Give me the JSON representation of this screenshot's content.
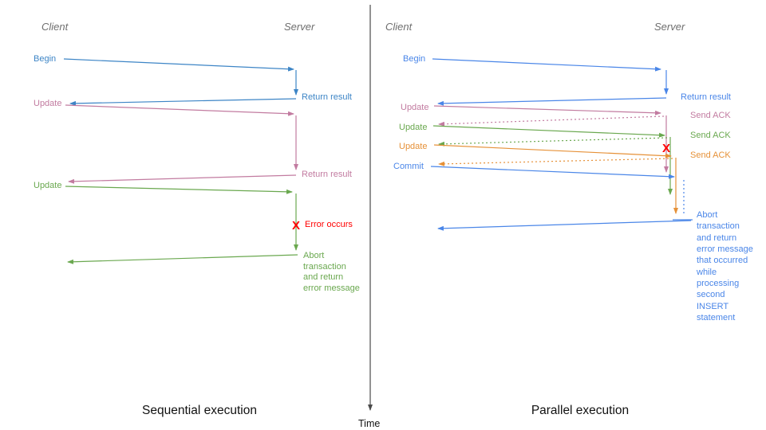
{
  "left": {
    "title": "Sequential execution",
    "client_header": "Client",
    "server_header": "Server",
    "begin": "Begin",
    "return_result_1": "Return result",
    "update_1": "Update",
    "return_result_2": "Return result",
    "update_2": "Update",
    "error_marker": "X",
    "error_label": "Error occurs",
    "abort_lines": [
      "Abort",
      "transaction",
      "and return",
      "error message"
    ]
  },
  "right": {
    "title": "Parallel execution",
    "client_header": "Client",
    "server_header": "Server",
    "begin": "Begin",
    "return_result": "Return result",
    "update_1": "Update",
    "send_ack_1": "Send ACK",
    "update_2": "Update",
    "send_ack_2": "Send ACK",
    "update_3": "Update",
    "send_ack_3": "Send ACK",
    "commit": "Commit",
    "error_marker": "X",
    "abort_lines": [
      "Abort",
      "transaction",
      "and return",
      "error message",
      "that occurred",
      "while",
      "processing",
      "second",
      "INSERT",
      "statement"
    ]
  },
  "axis": {
    "label": "Time"
  },
  "colors": {
    "left_blue": "#3d85c6",
    "right_blue": "#4a86e8",
    "pink": "#c27ba0",
    "green": "#6aa84f",
    "orange": "#e69138",
    "red": "#ff0000",
    "axis": "#4a4a4a",
    "header_gray": "#6e6e6e",
    "title_black": "#111111"
  }
}
